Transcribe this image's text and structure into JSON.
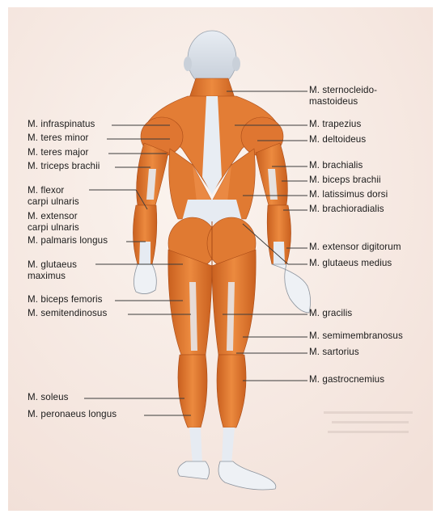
{
  "labels": {
    "left": [
      {
        "id": "infraspinatus",
        "lines": [
          "M. infraspinatus"
        ]
      },
      {
        "id": "teres-minor",
        "lines": [
          "M. teres minor"
        ]
      },
      {
        "id": "teres-major",
        "lines": [
          "M. teres major"
        ]
      },
      {
        "id": "triceps-brachii",
        "lines": [
          "M. triceps brachii"
        ]
      },
      {
        "id": "flexor-carpi-ulnaris",
        "lines": [
          "M. flexor",
          "carpi ulnaris"
        ]
      },
      {
        "id": "extensor-carpi-ulnaris",
        "lines": [
          "M. extensor",
          "carpi ulnaris"
        ]
      },
      {
        "id": "palmaris-longus",
        "lines": [
          "M. palmaris longus"
        ]
      },
      {
        "id": "glutaeus-maximus",
        "lines": [
          "M. glutaeus",
          "maximus"
        ]
      },
      {
        "id": "biceps-femoris",
        "lines": [
          "M. biceps femoris"
        ]
      },
      {
        "id": "semitendinosus",
        "lines": [
          "M. semitendinosus"
        ]
      },
      {
        "id": "soleus",
        "lines": [
          "M. soleus"
        ]
      },
      {
        "id": "peronaeus-longus",
        "lines": [
          "M. peronaeus longus"
        ]
      }
    ],
    "right": [
      {
        "id": "sternocleidomastoideus",
        "lines": [
          "M. sternocleido-",
          "mastoideus"
        ]
      },
      {
        "id": "trapezius",
        "lines": [
          "M. trapezius"
        ]
      },
      {
        "id": "deltoideus",
        "lines": [
          "M. deltoideus"
        ]
      },
      {
        "id": "brachialis",
        "lines": [
          "M. brachialis"
        ]
      },
      {
        "id": "biceps-brachii",
        "lines": [
          "M. biceps brachii"
        ]
      },
      {
        "id": "latissimus-dorsi",
        "lines": [
          "M. latissimus dorsi"
        ]
      },
      {
        "id": "brachioradialis",
        "lines": [
          "M. brachioradialis"
        ]
      },
      {
        "id": "extensor-digitorum",
        "lines": [
          "M. extensor digitorum"
        ]
      },
      {
        "id": "glutaeus-medius",
        "lines": [
          "M. glutaeus medius"
        ]
      },
      {
        "id": "gracilis",
        "lines": [
          "M. gracilis"
        ]
      },
      {
        "id": "semimembranosus",
        "lines": [
          "M. semimembranosus"
        ]
      },
      {
        "id": "sartorius",
        "lines": [
          "M. sartorius"
        ]
      },
      {
        "id": "gastrocnemius",
        "lines": [
          "M. gastrocnemius"
        ]
      }
    ]
  },
  "colors": {
    "paper": "#f7ece6",
    "paper_light": "#fbf4ef",
    "muscle": "#e07a32",
    "muscle_dark": "#b9531c",
    "muscle_light": "#f2a161",
    "tendon": "#e6ebf2",
    "skin_head": "#d6dde6",
    "leader": "#3b3b3b",
    "text": "#1a1a1a"
  }
}
